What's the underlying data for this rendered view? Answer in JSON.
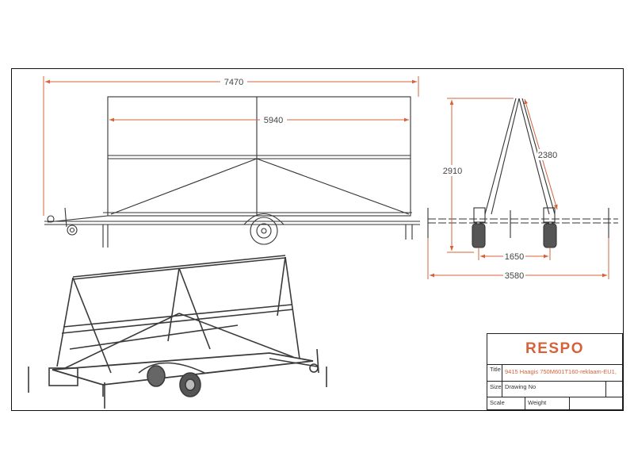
{
  "dimensions": {
    "overall_length": "7470",
    "panel_length": "5940",
    "overall_height": "2910",
    "panel_side": "2380",
    "track_width": "1650",
    "overall_width": "3580"
  },
  "title_block": {
    "logo": "RESPO",
    "title_label": "Title",
    "title_value": "9415 Haagis 750M601T160-reklaam-EU1,",
    "size_label": "Size",
    "drawing_no_label": "Drawing No",
    "scale_label": "Scale",
    "weight_label": "Weight"
  },
  "colors": {
    "dimension_line": "#d4633b",
    "logo": "#d4633b",
    "linework": "#333333"
  }
}
